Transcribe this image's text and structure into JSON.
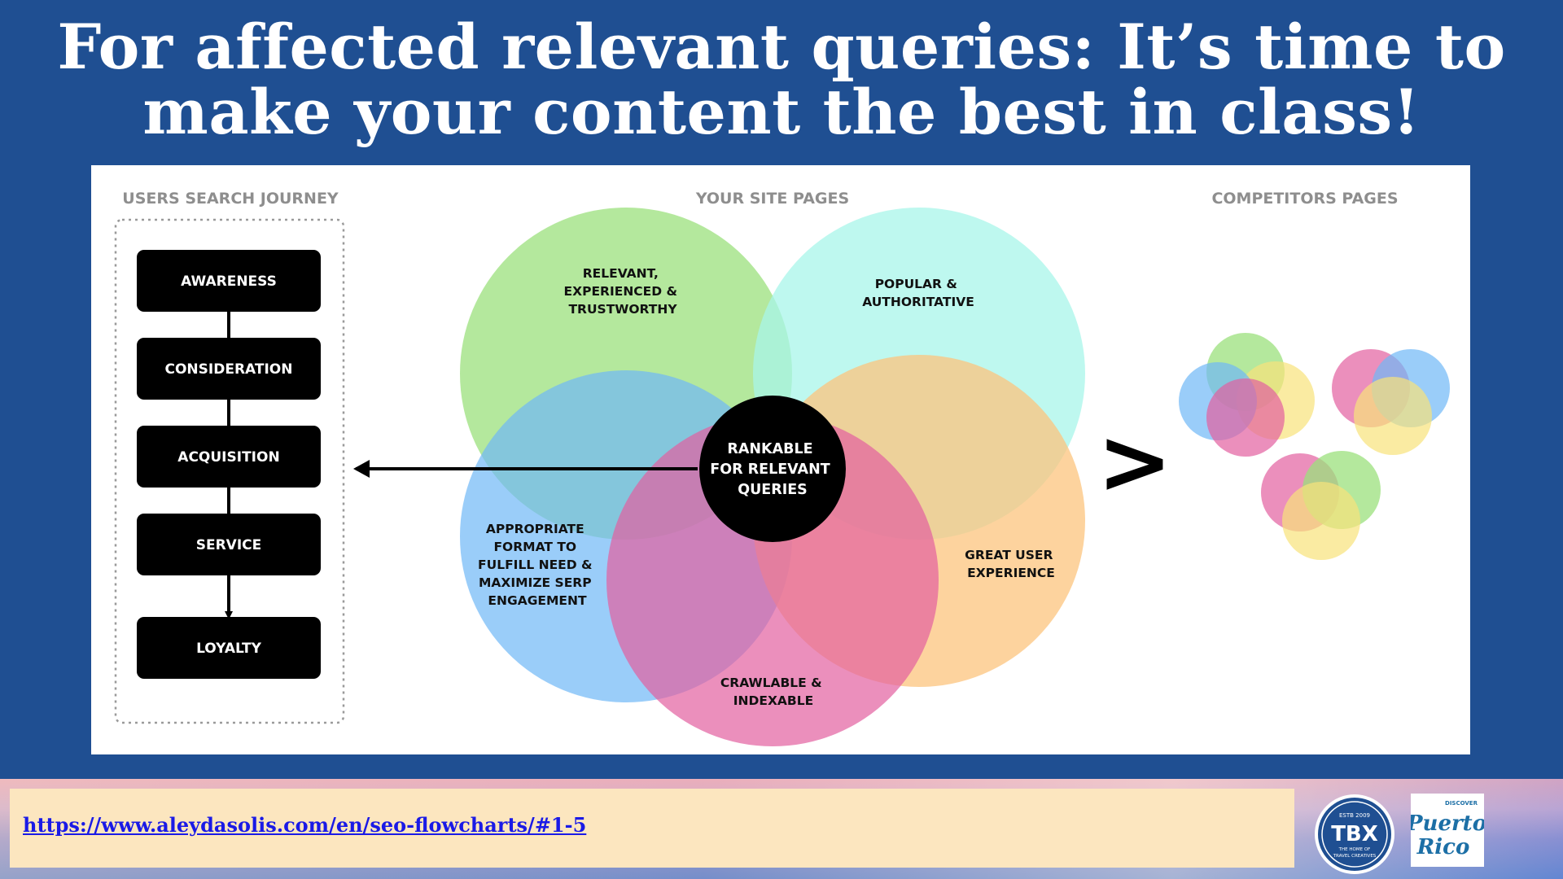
{
  "title": {
    "line1": "For affected relevant queries: It’s time to",
    "line2": "make your content the best in class!"
  },
  "diagram": {
    "users_heading": "USERS SEARCH JOURNEY",
    "site_heading": "YOUR SITE PAGES",
    "competitors_heading": "COMPETITORS PAGES",
    "journey_stages": [
      "AWARENESS",
      "CONSIDERATION",
      "ACQUISITION",
      "SERVICE",
      "LOYALTY"
    ],
    "circles": {
      "relevant": [
        "RELEVANT,",
        "EXPERIENCED &",
        "TRUSTWORTHY"
      ],
      "popular": [
        "POPULAR &",
        "AUTHORITATIVE"
      ],
      "format": [
        "APPROPRIATE",
        "FORMAT TO",
        "FULFILL NEED &",
        "MAXIMIZE SERP",
        "ENGAGEMENT"
      ],
      "ux": [
        "GREAT USER",
        "EXPERIENCE"
      ],
      "crawlable": [
        "CRAWLABLE &",
        "INDEXABLE"
      ]
    },
    "center": [
      "RANKABLE",
      "FOR RELEVANT",
      "QUERIES"
    ],
    "comparison_symbol": ">",
    "colors": {
      "green": "#9be07c",
      "cyan": "#a8f5ea",
      "blue": "#6fb8f7",
      "orange": "#fcc47e",
      "pink": "#e2609f",
      "yellow": "#f8e27a"
    }
  },
  "footer": {
    "url": "https://www.aleydasolis.com/en/seo-flowcharts/#1-5",
    "tbx_logo": {
      "main": "TBX",
      "top": "ESTB 2009",
      "bottom1": "THE HOME OF",
      "bottom2": "TRAVEL CREATIVES"
    },
    "pr_logo": {
      "top": "DISCOVER",
      "line1": "Puerto",
      "line2": "Rico"
    }
  }
}
